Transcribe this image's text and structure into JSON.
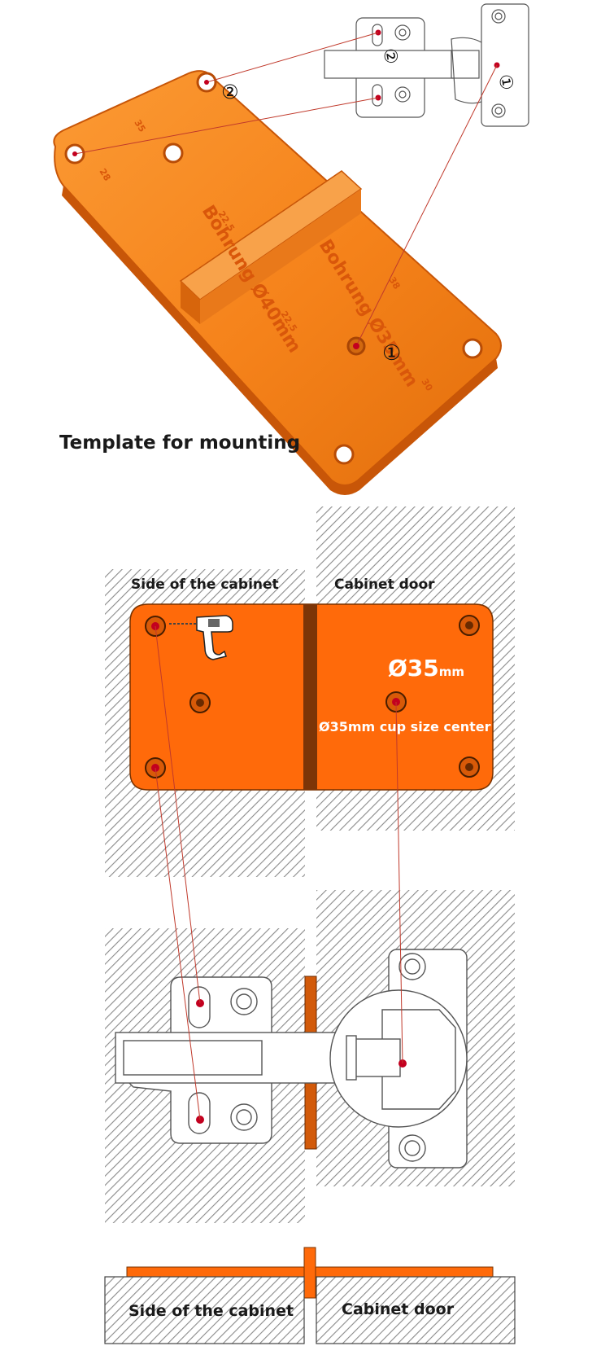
{
  "photo": {
    "caption": "Template for mounting",
    "embossed_top": "Bohrung Ø40mm",
    "embossed_bottom": "Bohrung Ø35mm",
    "embossed_ticks": [
      "35",
      "22.5",
      "28",
      "38",
      "22.5",
      "30"
    ],
    "callout_1": "①",
    "callout_2": "②"
  },
  "plan_view": {
    "label_left": "Side of the cabinet",
    "label_right": "Cabinet door",
    "dia_symbol": "Ø35",
    "dia_unit": "mm",
    "cup_label": "Ø35mm cup size center"
  },
  "section_view": {
    "label_left": "Side of the cabinet",
    "label_right": "Cabinet door"
  },
  "colors": {
    "template_orange": "#ff6a0a",
    "template_light": "#f58a1f",
    "template_shadow": "#c85608",
    "hatch": "#8a8a8a",
    "drill_point": "#c3001f",
    "leader_line": "#c0392b"
  },
  "icons": [
    "drill-icon",
    "hinge-icon"
  ]
}
